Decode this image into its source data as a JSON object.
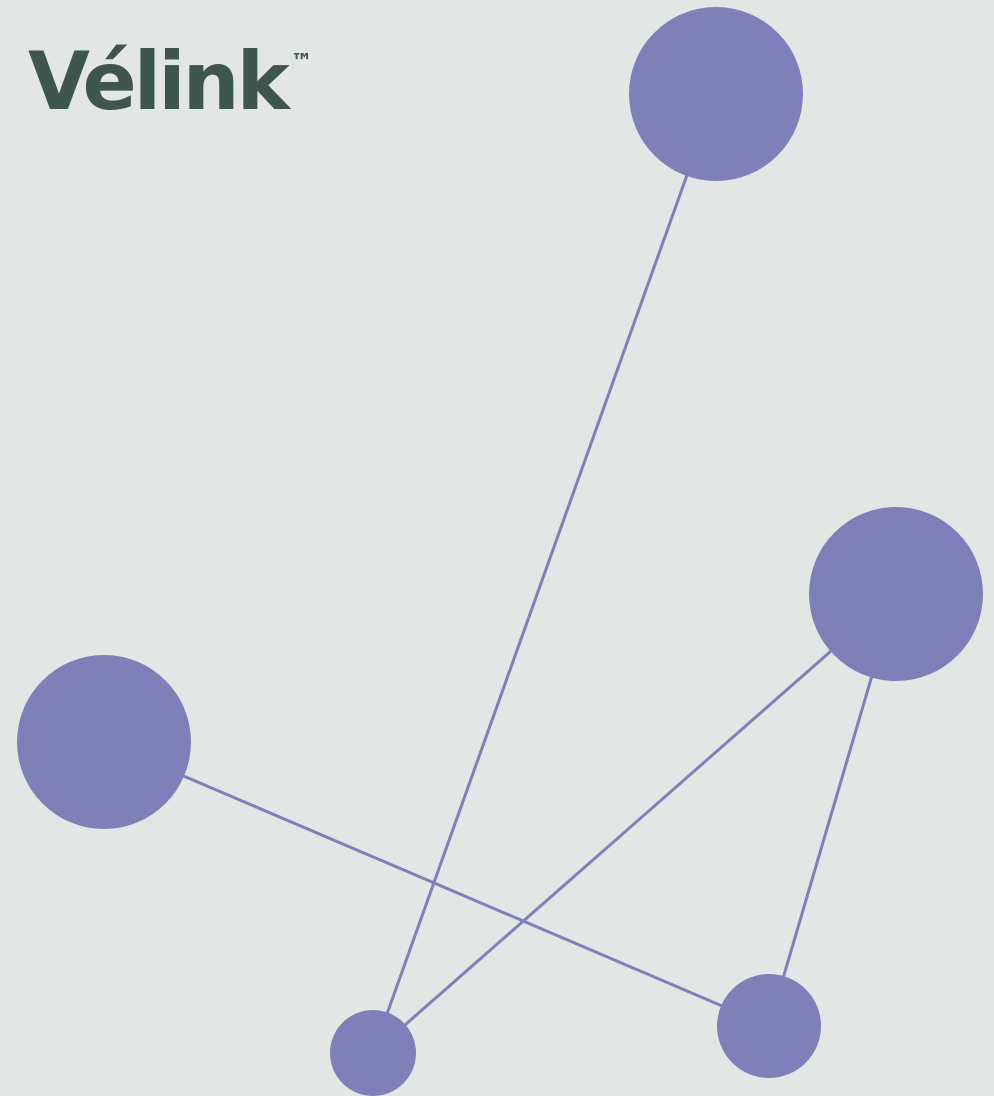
{
  "brand": {
    "name": "Vélink",
    "trademark": "™",
    "color": "#3f5550"
  },
  "background_color": "#e2e7e6",
  "network": {
    "node_color": "#8080b9",
    "edge_color": "#8080b9",
    "node_count": 5,
    "edge_count": 4
  }
}
